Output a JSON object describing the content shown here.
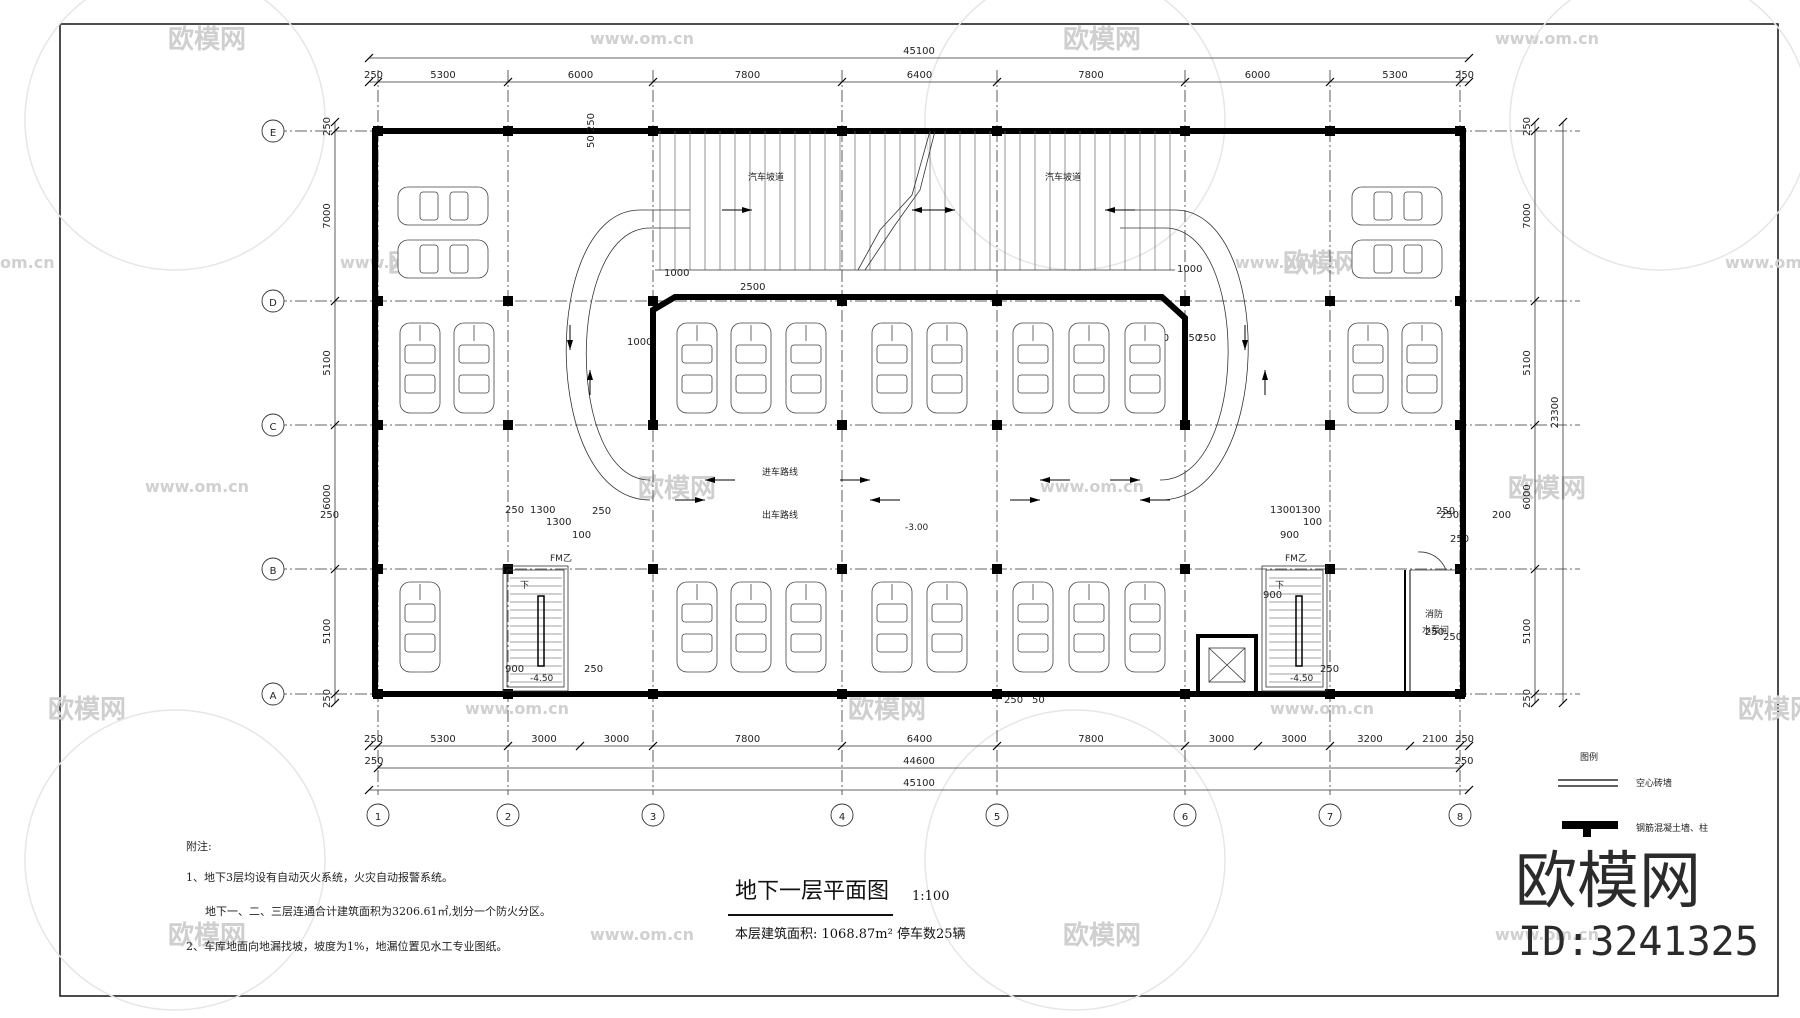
{
  "plan": {
    "title": "地下一层平面图",
    "scale": "1:100",
    "area_line": "本层建筑面积: 1068.87m²   停车数25辆"
  },
  "dimensions": {
    "top_total": "45100",
    "top_segments": [
      "250",
      "5300",
      "6000",
      "7800",
      "6400",
      "7800",
      "6000",
      "5300",
      "250"
    ],
    "bottom_segments_1": [
      "250",
      "5300",
      "3000",
      "3000",
      "7800",
      "6400",
      "7800",
      "3000",
      "3000",
      "3200",
      "2100",
      "250"
    ],
    "bottom_total_inner": "44600",
    "bottom_total": "45100",
    "bottom_edge_small": "250",
    "left_segments": [
      "250",
      "7000",
      "5100",
      "6000",
      "5100",
      "250"
    ],
    "right_segments": [
      "250",
      "7000",
      "5100",
      "6000",
      "5100",
      "250"
    ],
    "right_total": "23300",
    "ramp_top": "50 250",
    "misc": [
      "1000",
      "1000",
      "1000",
      "1000",
      "50",
      "250",
      "250",
      "250",
      "250",
      "250",
      "2500",
      "250",
      "50",
      "250",
      "1300",
      "1300",
      "1300",
      "1300",
      "100",
      "100",
      "900",
      "250",
      "900",
      "900",
      "250",
      "250",
      "250",
      "250",
      "250",
      "250",
      "200"
    ]
  },
  "grid_axes": {
    "columns": [
      "1",
      "2",
      "3",
      "4",
      "5",
      "6",
      "7",
      "8"
    ],
    "rows": [
      "E",
      "D",
      "C",
      "B",
      "A"
    ]
  },
  "labels": {
    "ramp_left": "汽车坡道",
    "ramp_right": "汽车坡道",
    "lane_in": "进车路线",
    "lane_out": "出车路线",
    "level_center": "-3.00",
    "level_stair_left": "-4.50",
    "level_stair_right": "-4.50",
    "stair_left_fm": "FM乙",
    "stair_right_fm": "FM乙",
    "pump_room_1": "消防",
    "pump_room_2": "水泵间",
    "stair_up": "下"
  },
  "legend": {
    "title": "图例",
    "item1": "空心砖墙",
    "item2": "钢筋混凝土墙、柱"
  },
  "notes": {
    "heading": "附注:",
    "n1": "1、地下3层均设有自动灭火系统，火灾自动报警系统。",
    "n1b": "地下一、二、三层连通合计建筑面积为3206.61㎡,划分一个防火分区。",
    "n2": "2、车库地面向地漏找坡，坡度为1%，地漏位置见水工专业图纸。"
  },
  "watermarks": {
    "logo": "欧模网",
    "url": "www.om.cn",
    "url_short": "om.cn"
  },
  "brand": {
    "name": "欧模网",
    "id": "ID:3241325"
  }
}
